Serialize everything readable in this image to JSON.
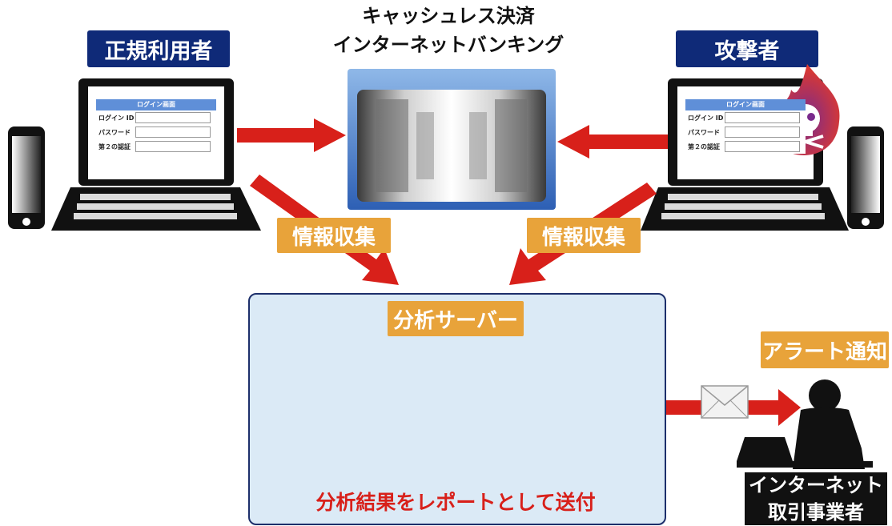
{
  "title": {
    "line1": "キャッシュレス決済",
    "line2": "インターネットバンキング"
  },
  "legit_user": {
    "label": "正規利用者"
  },
  "attacker": {
    "label": "攻撃者"
  },
  "login_form": {
    "title": "ログイン画面",
    "fields": [
      "ログイン ID",
      "パスワード",
      "第２の認証"
    ]
  },
  "collect_left": "情報収集",
  "collect_right": "情報収集",
  "analysis_server": {
    "label": "分析サーバー",
    "report": "分析結果をレポートとして送付"
  },
  "alert": {
    "label": "アラート通知"
  },
  "operator": {
    "line1": "インターネット",
    "line2": "取引事業者"
  },
  "colors": {
    "navy": "#0f2a78",
    "orange": "#e8a33a",
    "arrow_red": "#d8201a",
    "panel_blue": "#dbeaf6"
  }
}
